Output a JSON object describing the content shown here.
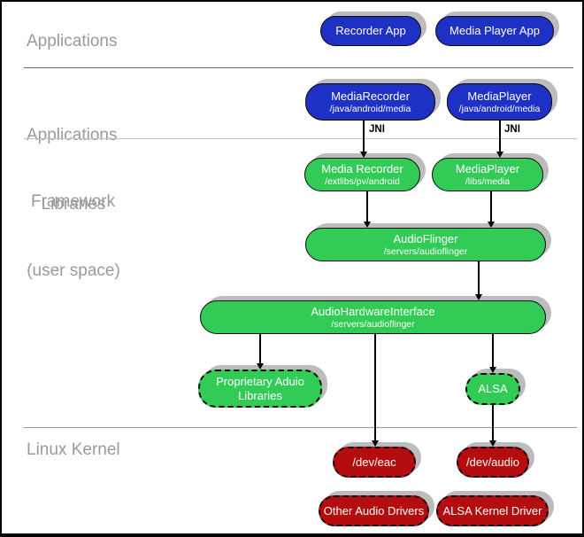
{
  "layers": {
    "applications": {
      "label": "Applications"
    },
    "framework": {
      "label_line1": "Applications",
      "label_line2": "Framework"
    },
    "libraries": {
      "label_line1": "Libraries",
      "label_line2": "(user space)"
    },
    "kernel": {
      "label": "Linux Kernel"
    }
  },
  "jni": {
    "left": "JNI",
    "right": "JNI"
  },
  "nodes": {
    "recorder_app": {
      "title": "Recorder App"
    },
    "media_player_app": {
      "title": "Media Player App"
    },
    "media_recorder_fw": {
      "title": "MediaRecorder",
      "subtitle": "/java/android/media"
    },
    "media_player_fw": {
      "title": "MediaPlayer",
      "subtitle": "/java/android/media"
    },
    "media_recorder_lib": {
      "title": "Media Recorder",
      "subtitle": "/extlibs/pv/android"
    },
    "media_player_lib": {
      "title": "MediaPlayer",
      "subtitle": "/libs/media"
    },
    "audioflinger": {
      "title": "AudioFlinger",
      "subtitle": "/servers/audioflinger"
    },
    "audio_hardware_interface": {
      "title": "AudioHardwareInterface",
      "subtitle": "/servers/audioflinger"
    },
    "proprietary_audio_libraries": {
      "title_line1": "Proprietary Aduio",
      "title_line2": "Libraries"
    },
    "alsa": {
      "title": "ALSA"
    },
    "dev_eac": {
      "title": "/dev/eac"
    },
    "dev_audio": {
      "title": "/dev/audio"
    },
    "other_audio_drivers": {
      "title": "Other Audio Drivers"
    },
    "alsa_kernel_driver": {
      "title": "ALSA Kernel Driver"
    }
  },
  "colors": {
    "app_blue": "#1d31c4",
    "lib_green": "#32cb56",
    "kernel_red": "#b30d0f",
    "shadow_gray": "#bcbcbc",
    "label_gray": "#9a9a9a"
  }
}
